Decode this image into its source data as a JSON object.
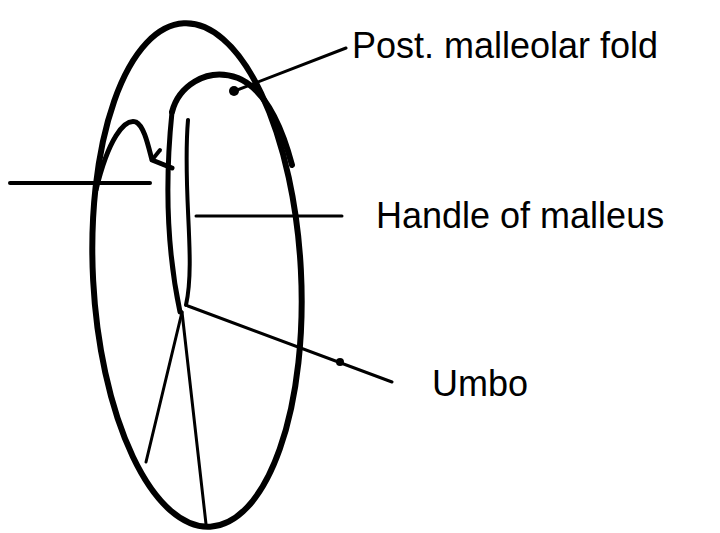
{
  "diagram": {
    "labels": [
      "Post. malleolar fold",
      "Handle of malleus",
      "Umbo"
    ]
  }
}
